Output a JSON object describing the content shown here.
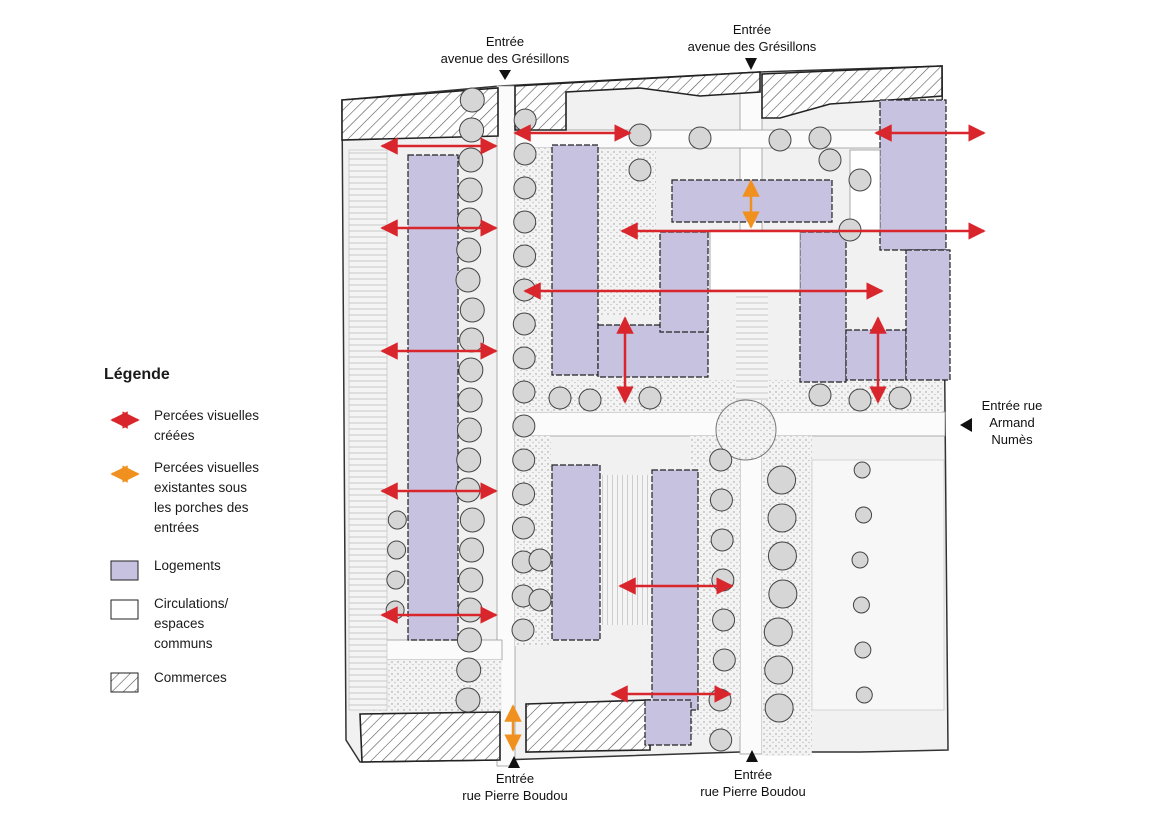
{
  "entrances": {
    "north_left": {
      "line1": "Entrée",
      "line2": "avenue des Grésillons"
    },
    "north_right": {
      "line1": "Entrée",
      "line2": "avenue des Grésillons"
    },
    "east": {
      "line1": "Entrée rue",
      "line2": "Armand",
      "line3": "Numès"
    },
    "south_left": {
      "line1": "Entrée",
      "line2": "rue Pierre Boudou"
    },
    "south_right": {
      "line1": "Entrée",
      "line2": "rue Pierre Boudou"
    }
  },
  "legend": {
    "title": "Légende",
    "items": [
      {
        "lines": [
          "Percées visuelles",
          "créées"
        ],
        "symbol": "double-arrow",
        "color": "#d9262c"
      },
      {
        "lines": [
          "Percées visuelles",
          "existantes sous",
          "les porches des",
          "entrées"
        ],
        "symbol": "double-arrow",
        "color": "#f0901e"
      },
      {
        "lines": [
          "Logements"
        ],
        "symbol": "filled-square",
        "color": "#c7c2df"
      },
      {
        "lines": [
          "Circulations/",
          "espaces",
          "communs"
        ],
        "symbol": "empty-square",
        "color": "#ffffff"
      },
      {
        "lines": [
          "Commerces"
        ],
        "symbol": "hatched-square",
        "color": "#333333"
      }
    ]
  },
  "colors": {
    "housing": "#c7c2df",
    "created_view": "#d9262c",
    "existing_view": "#f0901e",
    "outline": "#222222",
    "paving": "#e6e6e6",
    "garden": "#eeeeee",
    "tree": "#777777"
  }
}
